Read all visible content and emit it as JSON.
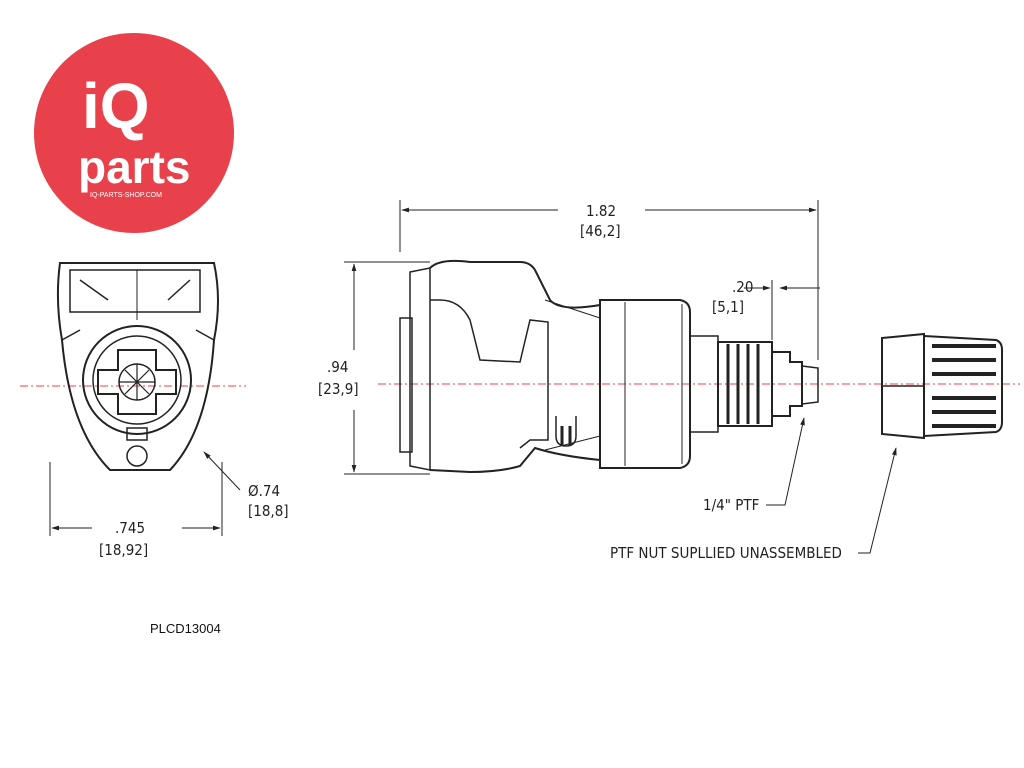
{
  "brand": {
    "logo_text_top": "iQ",
    "logo_text_bottom": "parts",
    "logo_url_text": "IQ-PARTS-SHOP.COM",
    "logo_color": "#e8414b",
    "logo_text_color": "#ffffff"
  },
  "dimensions": {
    "front_width_in": ".745",
    "front_width_mm": "[18,92]",
    "front_diameter_in": "Ø.74",
    "front_diameter_mm": "[18,8]",
    "height_in": ".94",
    "height_mm": "[23,9]",
    "overall_length_in": "1.82",
    "overall_length_mm": "[46,2]",
    "thread_length_in": ".20",
    "thread_length_mm": "[5,1]"
  },
  "callouts": {
    "thread": "1/4\" PTF",
    "nut_note": "PTF NUT SUPLLIED UNASSEMBLED"
  },
  "part_code": "PLCD13004",
  "colors": {
    "line": "#222222",
    "centerline": "#e8414b"
  }
}
